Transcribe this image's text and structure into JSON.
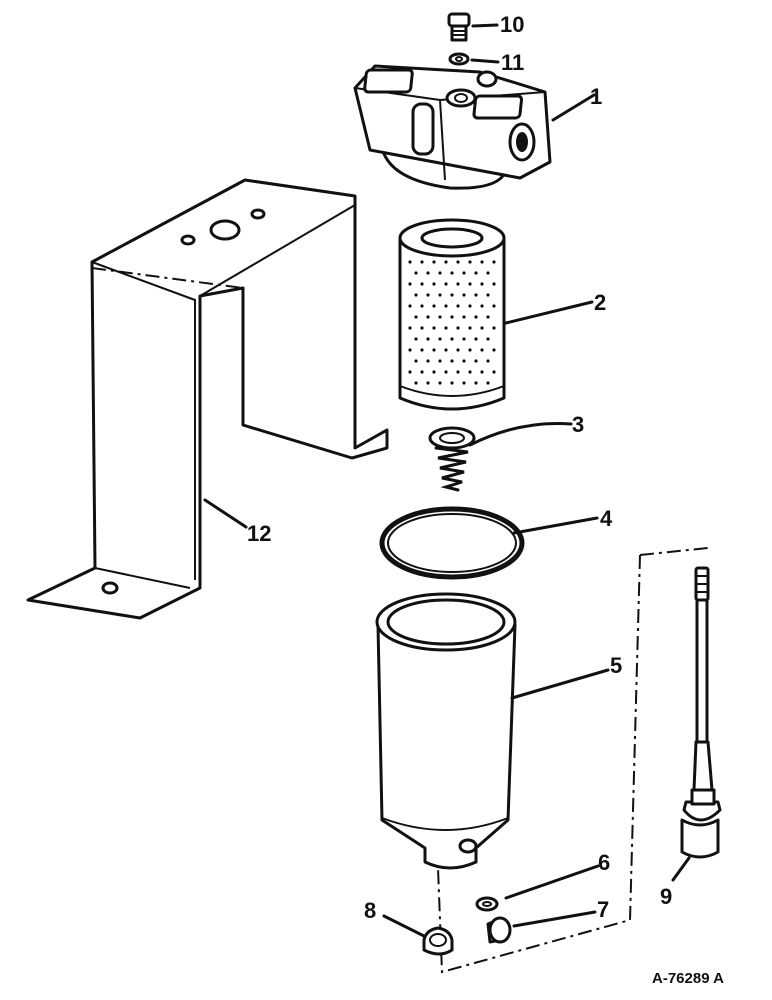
{
  "diagram": {
    "figure_ref": "A-76289 A",
    "callouts": [
      {
        "key": "c1",
        "text": "1"
      },
      {
        "key": "c2",
        "text": "2"
      },
      {
        "key": "c3",
        "text": "3"
      },
      {
        "key": "c4",
        "text": "4"
      },
      {
        "key": "c5",
        "text": "5"
      },
      {
        "key": "c6",
        "text": "6"
      },
      {
        "key": "c7",
        "text": "7"
      },
      {
        "key": "c8",
        "text": "8"
      },
      {
        "key": "c9",
        "text": "9"
      },
      {
        "key": "c10",
        "text": "10"
      },
      {
        "key": "c11",
        "text": "11"
      },
      {
        "key": "c12",
        "text": "12"
      }
    ]
  }
}
